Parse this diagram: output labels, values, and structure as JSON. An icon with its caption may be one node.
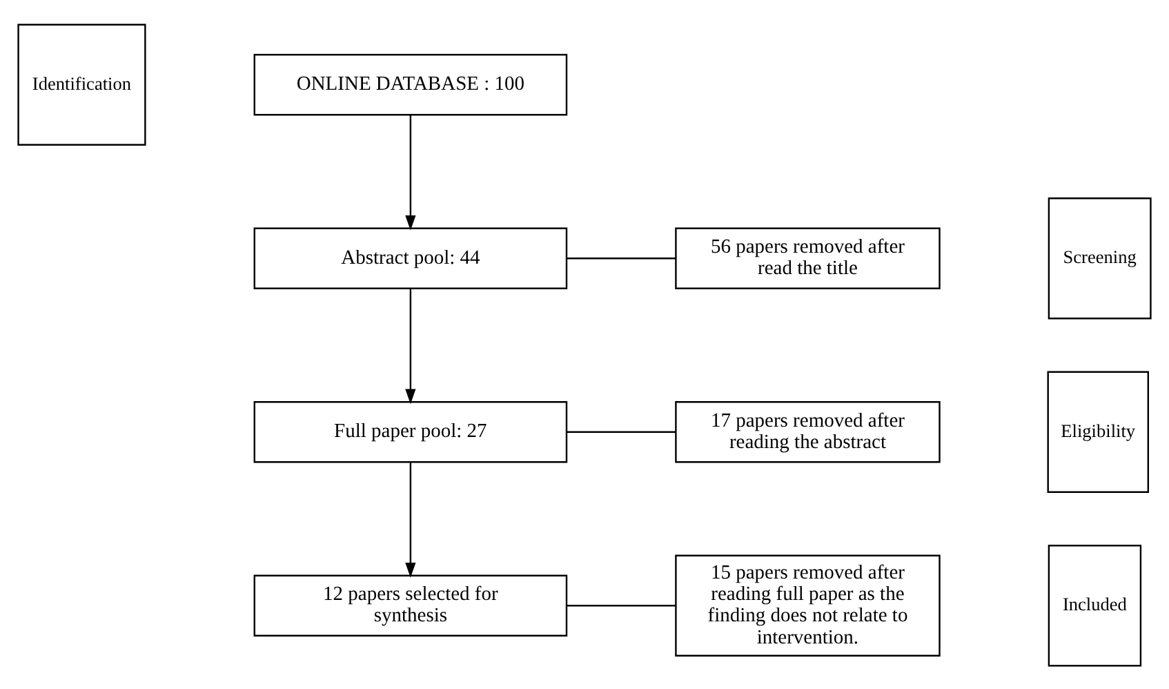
{
  "diagram": {
    "nodes": [
      {
        "text": [
          "Identification"
        ]
      },
      {
        "text": [
          "ONLINE DATABASE : 100"
        ]
      },
      {
        "text": [
          "Screening"
        ]
      },
      {
        "text": [
          "Abstract pool: 44"
        ]
      },
      {
        "text": [
          "56 papers removed after read the title"
        ]
      },
      {
        "text": [
          "Eligibility"
        ]
      },
      {
        "text": [
          "Full paper pool: 27"
        ]
      },
      {
        "text": [
          "17 papers removed after reading the abstract"
        ]
      },
      {
        "text": [
          "Included"
        ]
      },
      {
        "text": [
          "12 papers selected for synthesis"
        ]
      },
      {
        "text": [
          "15 papers removed after reading full paper as the finding does not relate to intervention."
        ]
      }
    ],
    "edges": [
      {
        "from": 1,
        "to": 3,
        "arrow": "to"
      },
      {
        "from": 3,
        "to": 4,
        "arrow": "none"
      },
      {
        "from": 3,
        "to": 6,
        "arrow": "to"
      },
      {
        "from": 6,
        "to": 7,
        "arrow": "none"
      },
      {
        "from": 6,
        "to": 9,
        "arrow": "to"
      },
      {
        "from": 9,
        "to": 10,
        "arrow": "none"
      }
    ]
  }
}
